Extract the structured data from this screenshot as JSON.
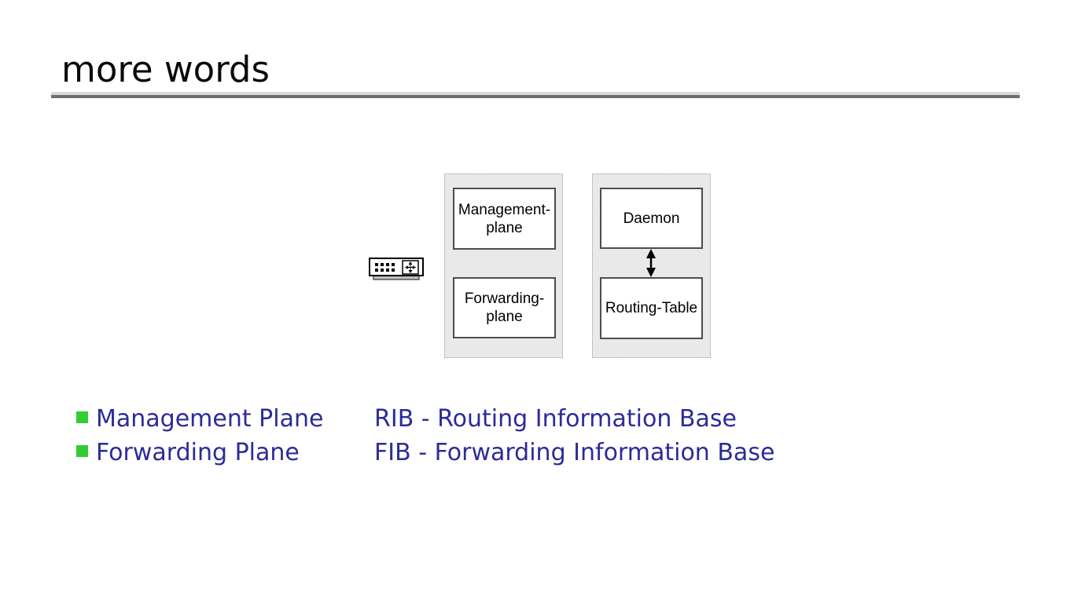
{
  "title": {
    "text": "more words",
    "color": "#0a0a0a"
  },
  "divider": {
    "top_color": "#d9d9d9",
    "bottom_color": "#6e6e6e"
  },
  "diagram": {
    "router_icon": "network-device-with-ports",
    "panel_fill": "#e9e9e9",
    "panel_border": "#999999",
    "box_border": "#4d4d4d",
    "planes_panel": {
      "boxes": [
        {
          "label": "Management-\nplane"
        },
        {
          "label": "Forwarding-\nplane"
        }
      ]
    },
    "control_panel": {
      "boxes": [
        {
          "label": "Daemon"
        },
        {
          "label": "Routing-Table"
        }
      ],
      "connector": "double-headed-vertical-arrow"
    }
  },
  "bullets": {
    "marker_color": "#33cc33",
    "text_color": "#2b2b99",
    "items": [
      {
        "term": "Management Plane",
        "definition": "RIB - Routing Information Base"
      },
      {
        "term": "Forwarding Plane",
        "definition": "FIB - Forwarding Information Base"
      }
    ]
  }
}
